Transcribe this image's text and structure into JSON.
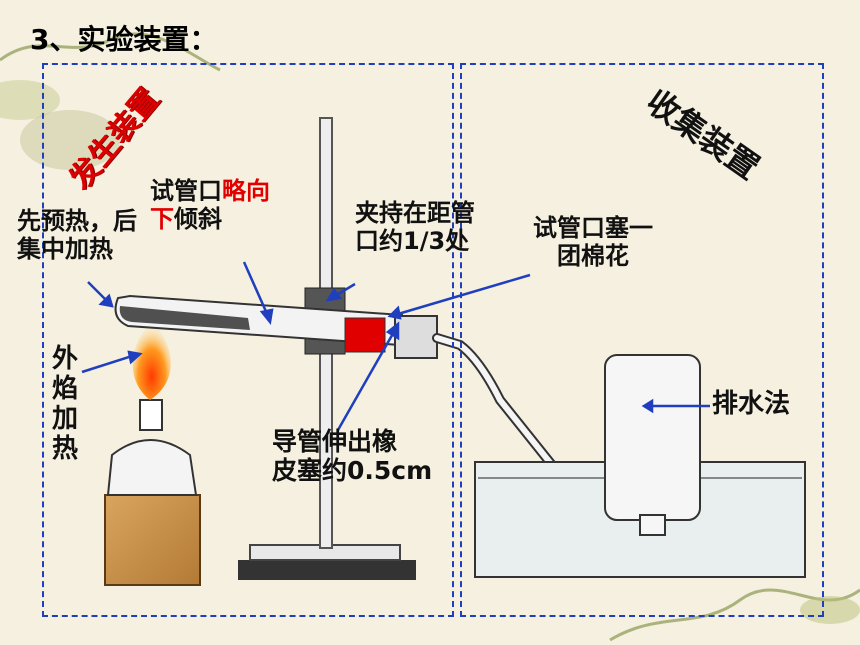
{
  "title": "3、实验装置：",
  "sections": {
    "generation": "发生装置",
    "collection": "收集装置"
  },
  "labels": {
    "preheat": "先预热，后集中加热",
    "outer_flame": "外焰加热",
    "tube_mouth_prefix": "试管口",
    "tube_mouth_red1": "略向",
    "tube_mouth_red2": "下",
    "tube_mouth_suffix": "倾斜",
    "clamp_line1": "夹持在距管",
    "clamp_line2": "口约1/3处",
    "cotton_line1": "试管口塞一",
    "cotton_line2": "团棉花",
    "tube_line1": "导管伸出橡",
    "tube_line2": "皮塞约0.5cm",
    "water": "排水法"
  },
  "colors": {
    "arrow": "#1f3fbf",
    "highlight": "#e10000",
    "box_border": "#1f3fbf"
  }
}
